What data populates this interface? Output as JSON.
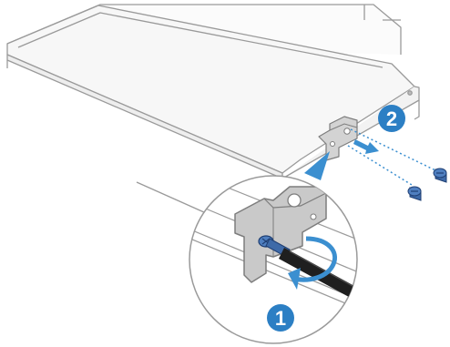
{
  "steps": [
    {
      "number": "1",
      "action": "unscrew-screw-with-screwdriver"
    },
    {
      "number": "2",
      "action": "remove-bracket-and-screws"
    }
  ],
  "colors": {
    "line": "#9a9a9a",
    "chassis": "#f7f7f7",
    "bracket": "#c9c9c9",
    "bracket_edge": "#7d7d7d",
    "screw": "#3e6aa8",
    "accent_blue": "#3b8fd0",
    "badge_blue": "#2c7fc4",
    "tool_dark": "#1f1f1f"
  },
  "icons": [
    "screwdriver-icon",
    "screw-icon",
    "bracket-icon",
    "rotate-arrow-icon",
    "pull-arrow-icon",
    "magnifier-callout"
  ]
}
